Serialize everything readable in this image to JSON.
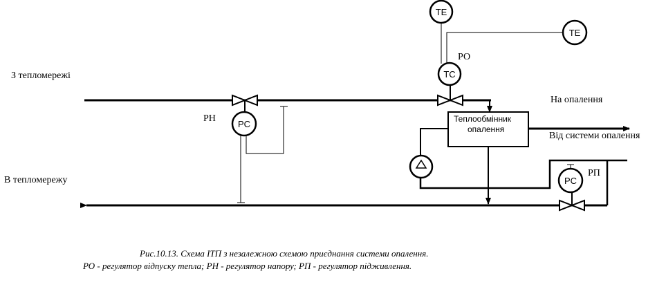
{
  "labels": {
    "from_network": "З тепломережі",
    "to_network": "В тепломережу",
    "to_heating": "На опалення",
    "from_system": "Від системи опалення",
    "rn": "РН",
    "ro": "РО",
    "rp": "РП"
  },
  "instruments": {
    "te_top": "TE",
    "te_right": "TE",
    "tc": "TC",
    "pc_left": "PC",
    "pc_right": "PC"
  },
  "exchanger": {
    "line1": "Теплообмінник",
    "line2": "опалення"
  },
  "caption": {
    "line1": "Рис.10.13.  Схема ІТП з незалежною схемою приєднання системи опалення.",
    "line2": "РО - регулятор відпуску тепла;  РН - регулятор напору;  РП - регулятор підживлення."
  }
}
